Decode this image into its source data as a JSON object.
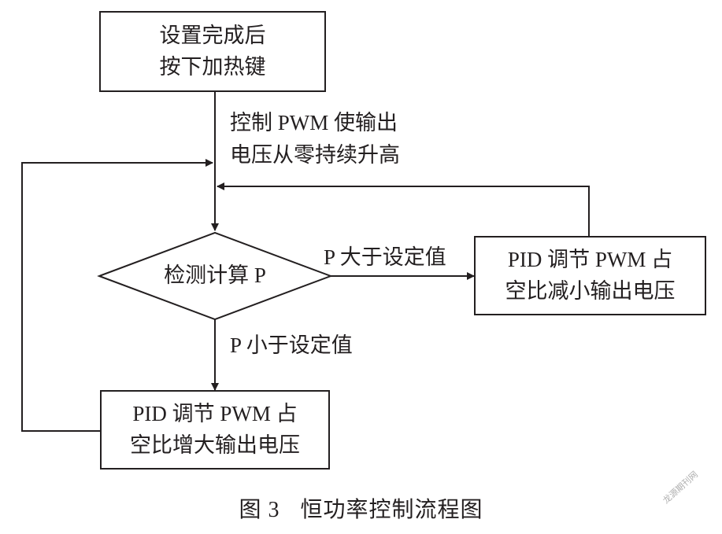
{
  "nodes": {
    "start": {
      "line1": "设置完成后",
      "line2": "按下加热键"
    },
    "detect": {
      "text": "检测计算 P"
    },
    "decrease": {
      "line1": "PID 调节 PWM 占",
      "line2": "空比减小输出电压"
    },
    "increase": {
      "line1": "PID 调节 PWM 占",
      "line2": "空比增大输出电压"
    }
  },
  "edges": {
    "start_to_detect": {
      "line1": "控制 PWM 使输出",
      "line2": "电压从零持续升高"
    },
    "p_greater": "P 大于设定值",
    "p_less": "P 小于设定值"
  },
  "caption": {
    "figure_no": "图 3",
    "title": "恒功率控制流程图"
  },
  "watermark": "龙源期刊网",
  "colors": {
    "stroke": "#231f20",
    "background": "#ffffff"
  }
}
